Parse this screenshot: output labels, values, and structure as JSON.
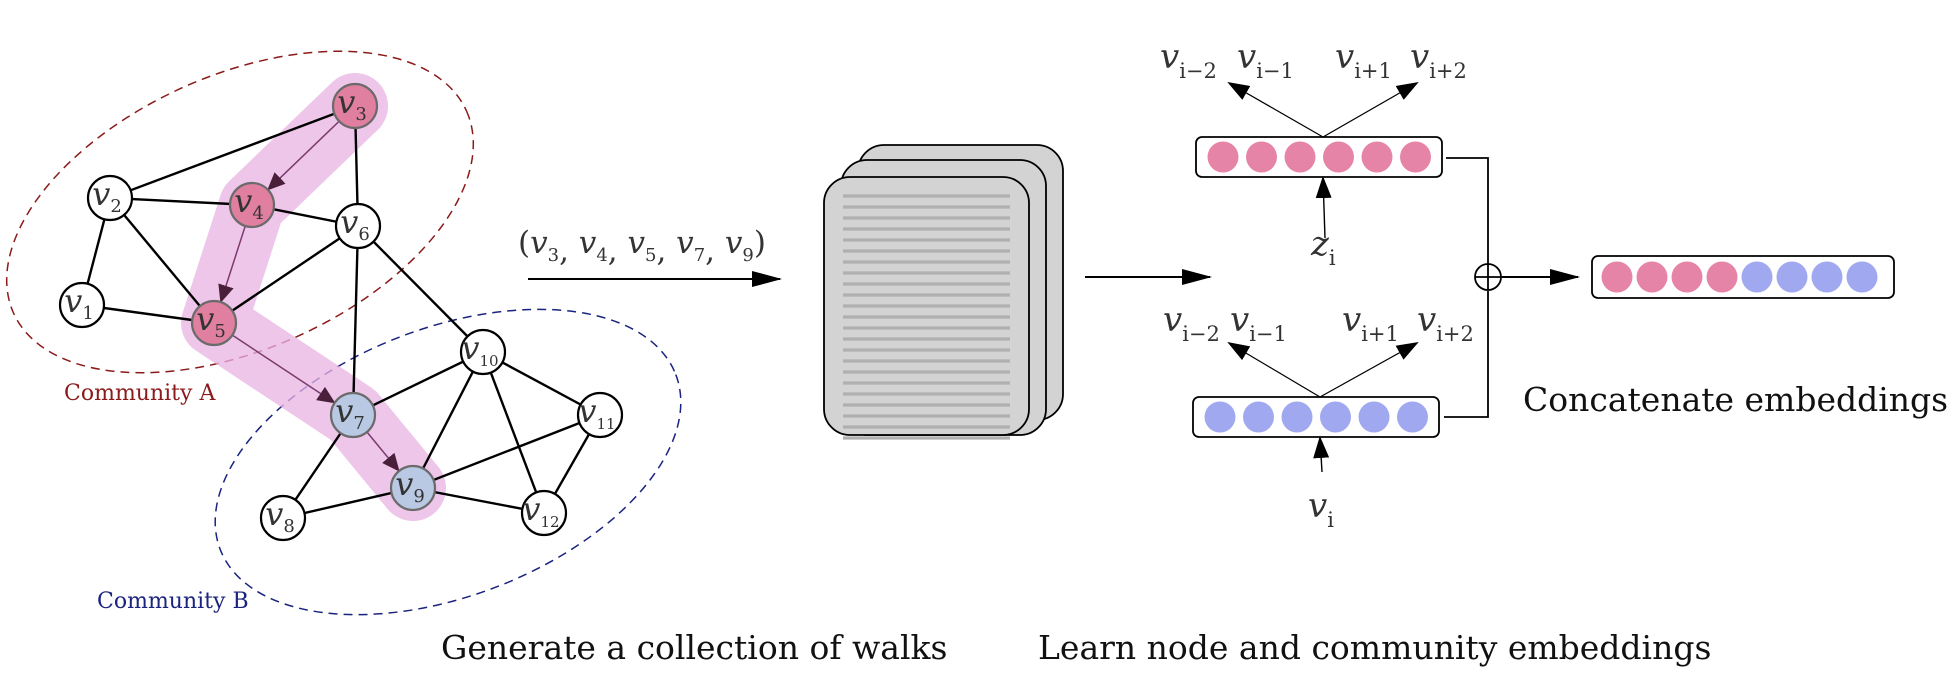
{
  "graph": {
    "nodes": [
      {
        "id": "v1",
        "base": "v",
        "sub": "1",
        "fill": "#ffffff"
      },
      {
        "id": "v2",
        "base": "v",
        "sub": "2",
        "fill": "#ffffff"
      },
      {
        "id": "v3",
        "base": "v",
        "sub": "3",
        "fill": "#e07f9f"
      },
      {
        "id": "v4",
        "base": "v",
        "sub": "4",
        "fill": "#e07f9f"
      },
      {
        "id": "v5",
        "base": "v",
        "sub": "5",
        "fill": "#e07f9f"
      },
      {
        "id": "v6",
        "base": "v",
        "sub": "6",
        "fill": "#ffffff"
      },
      {
        "id": "v7",
        "base": "v",
        "sub": "7",
        "fill": "#b9c9e3"
      },
      {
        "id": "v8",
        "base": "v",
        "sub": "8",
        "fill": "#ffffff"
      },
      {
        "id": "v9",
        "base": "v",
        "sub": "9",
        "fill": "#b9c9e3"
      },
      {
        "id": "v10",
        "base": "v",
        "sub": "10",
        "fill": "#ffffff"
      },
      {
        "id": "v11",
        "base": "v",
        "sub": "11",
        "fill": "#ffffff"
      },
      {
        "id": "v12",
        "base": "v",
        "sub": "12",
        "fill": "#ffffff"
      }
    ],
    "edges": [
      [
        "v2",
        "v3"
      ],
      [
        "v2",
        "v4"
      ],
      [
        "v2",
        "v1"
      ],
      [
        "v2",
        "v5"
      ],
      [
        "v1",
        "v5"
      ],
      [
        "v3",
        "v6"
      ],
      [
        "v4",
        "v6"
      ],
      [
        "v5",
        "v6"
      ],
      [
        "v6",
        "v7"
      ],
      [
        "v6",
        "v10"
      ],
      [
        "v7",
        "v10"
      ],
      [
        "v7",
        "v8"
      ],
      [
        "v8",
        "v9"
      ],
      [
        "v9",
        "v10"
      ],
      [
        "v9",
        "v12"
      ],
      [
        "v9",
        "v11"
      ],
      [
        "v10",
        "v11"
      ],
      [
        "v10",
        "v12"
      ],
      [
        "v11",
        "v12"
      ]
    ],
    "walk_edges": [
      [
        "v3",
        "v4"
      ],
      [
        "v4",
        "v5"
      ],
      [
        "v5",
        "v7"
      ],
      [
        "v7",
        "v9"
      ]
    ],
    "communities": [
      {
        "label": "Community A",
        "color": "#8b1a1a"
      },
      {
        "label": "Community B",
        "color": "#1a237e"
      }
    ],
    "walk_highlight_color": "#e8b3e3"
  },
  "walk_label": "(v3, v4, v5, v7, v9)",
  "walk_sequence": [
    "3",
    "4",
    "5",
    "7",
    "9"
  ],
  "top_model": {
    "context": [
      "i−2",
      "i−1",
      "i+1",
      "i+2"
    ],
    "input": {
      "base": "z",
      "sub": "i"
    },
    "color": "#e684a8",
    "units": 6
  },
  "bottom_model": {
    "context": [
      "i−2",
      "i−1",
      "i+1",
      "i+2"
    ],
    "input": {
      "base": "v",
      "sub": "i"
    },
    "color": "#a0a8ef",
    "units": 6
  },
  "concat": {
    "pink_units": 4,
    "blue_units": 4,
    "operator": "⊕"
  },
  "captions": {
    "walks": "Generate a collection of walks",
    "learn": "Learn node and community embeddings",
    "concat": "Concatenate embeddings"
  }
}
